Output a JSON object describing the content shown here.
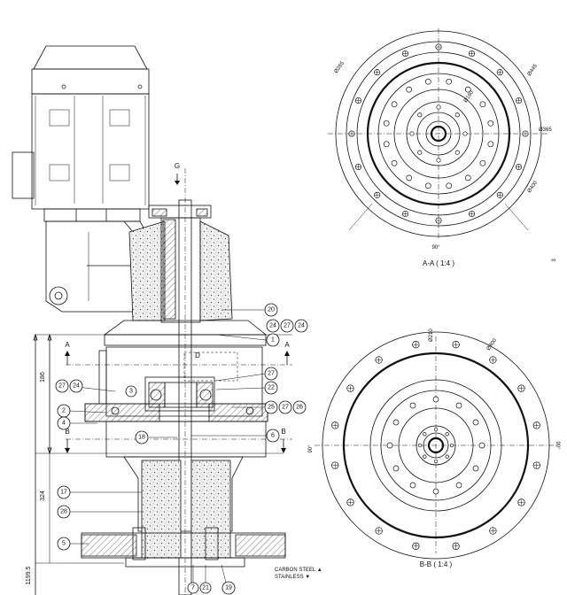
{
  "views": {
    "section_aa_label": "A-A ( 1:4 )",
    "section_bb_label": "B-B ( 1:4 )"
  },
  "dimensions": {
    "aa_d265": "Ø265",
    "aa_d445": "Ø445",
    "aa_d365": "Ø365",
    "aa_d400": "Ø400",
    "aa_d160": "Ø160",
    "aa_angle": "90°",
    "bb_d210": "Ø210",
    "bb_d400": "Ø400",
    "bb_angle_left": "90°",
    "bb_angle_right": "90°",
    "height_186": "186",
    "height_324": "324",
    "height_1199": "1199.5"
  },
  "section_marks": {
    "g": "G",
    "a_left": "A",
    "a_right": "A",
    "b_left": "B",
    "b_right": "B",
    "d": "D",
    "edge_3": "3"
  },
  "legend": {
    "carbon_steel": "CARBON STEEL ▲",
    "stainless": "STAINLESS ▼"
  },
  "balloons": {
    "b20": "20",
    "b24a": "24",
    "b27a": "27",
    "b24b": "24",
    "b1": "1",
    "b27b": "27",
    "b22": "22",
    "b25": "25",
    "b27c": "27",
    "b26": "26",
    "b27d": "27",
    "b24c": "24",
    "b3": "3",
    "b2": "2",
    "b4": "4",
    "b18": "18",
    "b6": "6",
    "b17": "17",
    "b28": "28",
    "b5": "5",
    "b7": "7",
    "b21": "21",
    "b19": "19"
  }
}
